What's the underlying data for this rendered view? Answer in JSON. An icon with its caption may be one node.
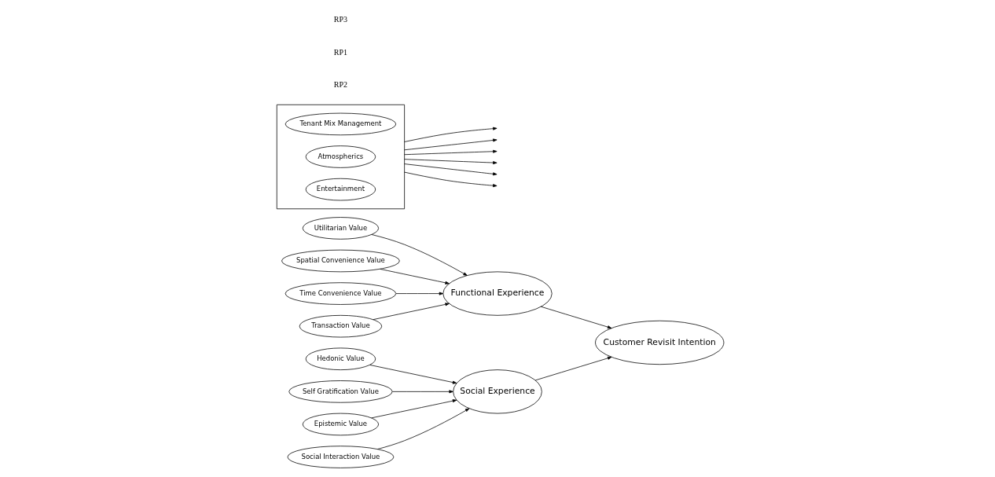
{
  "diagram": {
    "nodes": [
      {
        "text": [
          "Utilitarian Value"
        ]
      },
      {
        "text": [
          "Spatial Convenience Value"
        ]
      },
      {
        "text": [
          "Time Convenience Value"
        ]
      },
      {
        "text": [
          "Transaction Value"
        ]
      },
      {
        "text": [
          "Functional Experience"
        ]
      },
      {
        "text": [],
        "shape": "box"
      },
      {
        "text": [
          "Tenant Mix Management"
        ],
        "in": 5
      },
      {
        "text": [
          "Atmospherics"
        ],
        "in": 5
      },
      {
        "text": [
          "Entertainment"
        ],
        "in": 5
      },
      {
        "text": [
          "Customer Revisit Intention"
        ]
      },
      {
        "text": [
          "Hedonic Value"
        ]
      },
      {
        "text": [
          "Self Gratification Value"
        ]
      },
      {
        "text": [
          "Epistemic Value"
        ]
      },
      {
        "text": [
          "Social Interaction Value"
        ]
      },
      {
        "text": [
          "Social Experience"
        ]
      }
    ],
    "edges": [
      {
        "from": 0,
        "to": 4,
        "arrow": "to"
      },
      {
        "from": 1,
        "to": 4,
        "arrow": "to"
      },
      {
        "from": 2,
        "to": 4,
        "arrow": "to"
      },
      {
        "from": 3,
        "to": 4,
        "arrow": "to"
      },
      {
        "from": 4,
        "to": 9,
        "arrow": "to"
      },
      {
        "from": 5,
        "to": null,
        "arrow": "to"
      },
      {
        "from": 5,
        "to": null,
        "arrow": "to"
      },
      {
        "from": 5,
        "to": null,
        "arrow": "to"
      },
      {
        "from": 5,
        "to": null,
        "arrow": "to"
      },
      {
        "from": 5,
        "to": null,
        "arrow": "to"
      },
      {
        "from": 5,
        "to": null,
        "arrow": "to"
      },
      {
        "from": 14,
        "to": 9,
        "arrow": "to"
      },
      {
        "from": 10,
        "to": 14,
        "arrow": "to"
      },
      {
        "from": 11,
        "to": 14,
        "arrow": "to"
      },
      {
        "from": 12,
        "to": 14,
        "arrow": "to"
      },
      {
        "from": 13,
        "to": 14,
        "arrow": "to"
      }
    ],
    "labels": [
      "RP2",
      "RP1",
      "RP3"
    ]
  }
}
